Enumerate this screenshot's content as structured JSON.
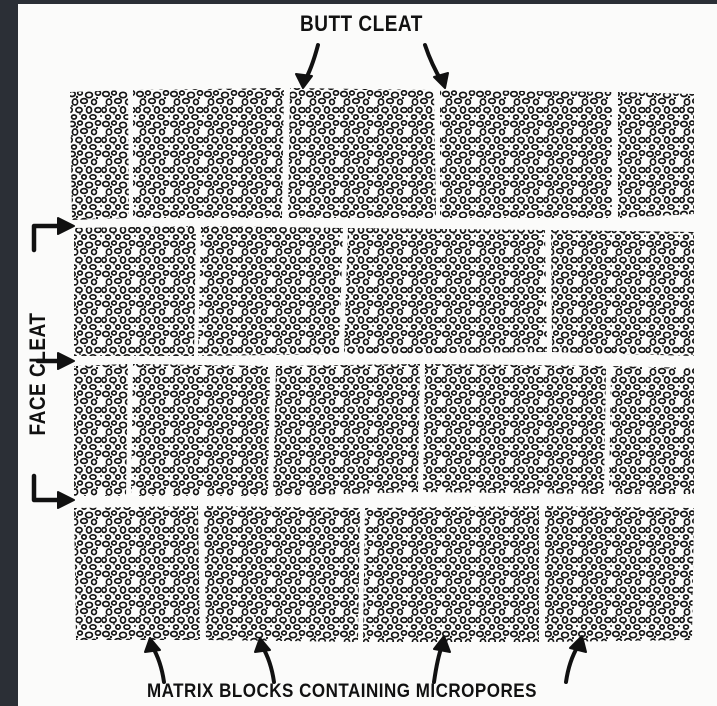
{
  "labels": {
    "butt_cleat": "BUTT CLEAT",
    "face_cleat": "FACE CLEAT",
    "matrix_blocks": "MATRIX BLOCKS CONTAINING MICROPORES"
  },
  "colors": {
    "background": "#2b2f36",
    "paper": "#fbfbfa",
    "ink": "#111111"
  }
}
